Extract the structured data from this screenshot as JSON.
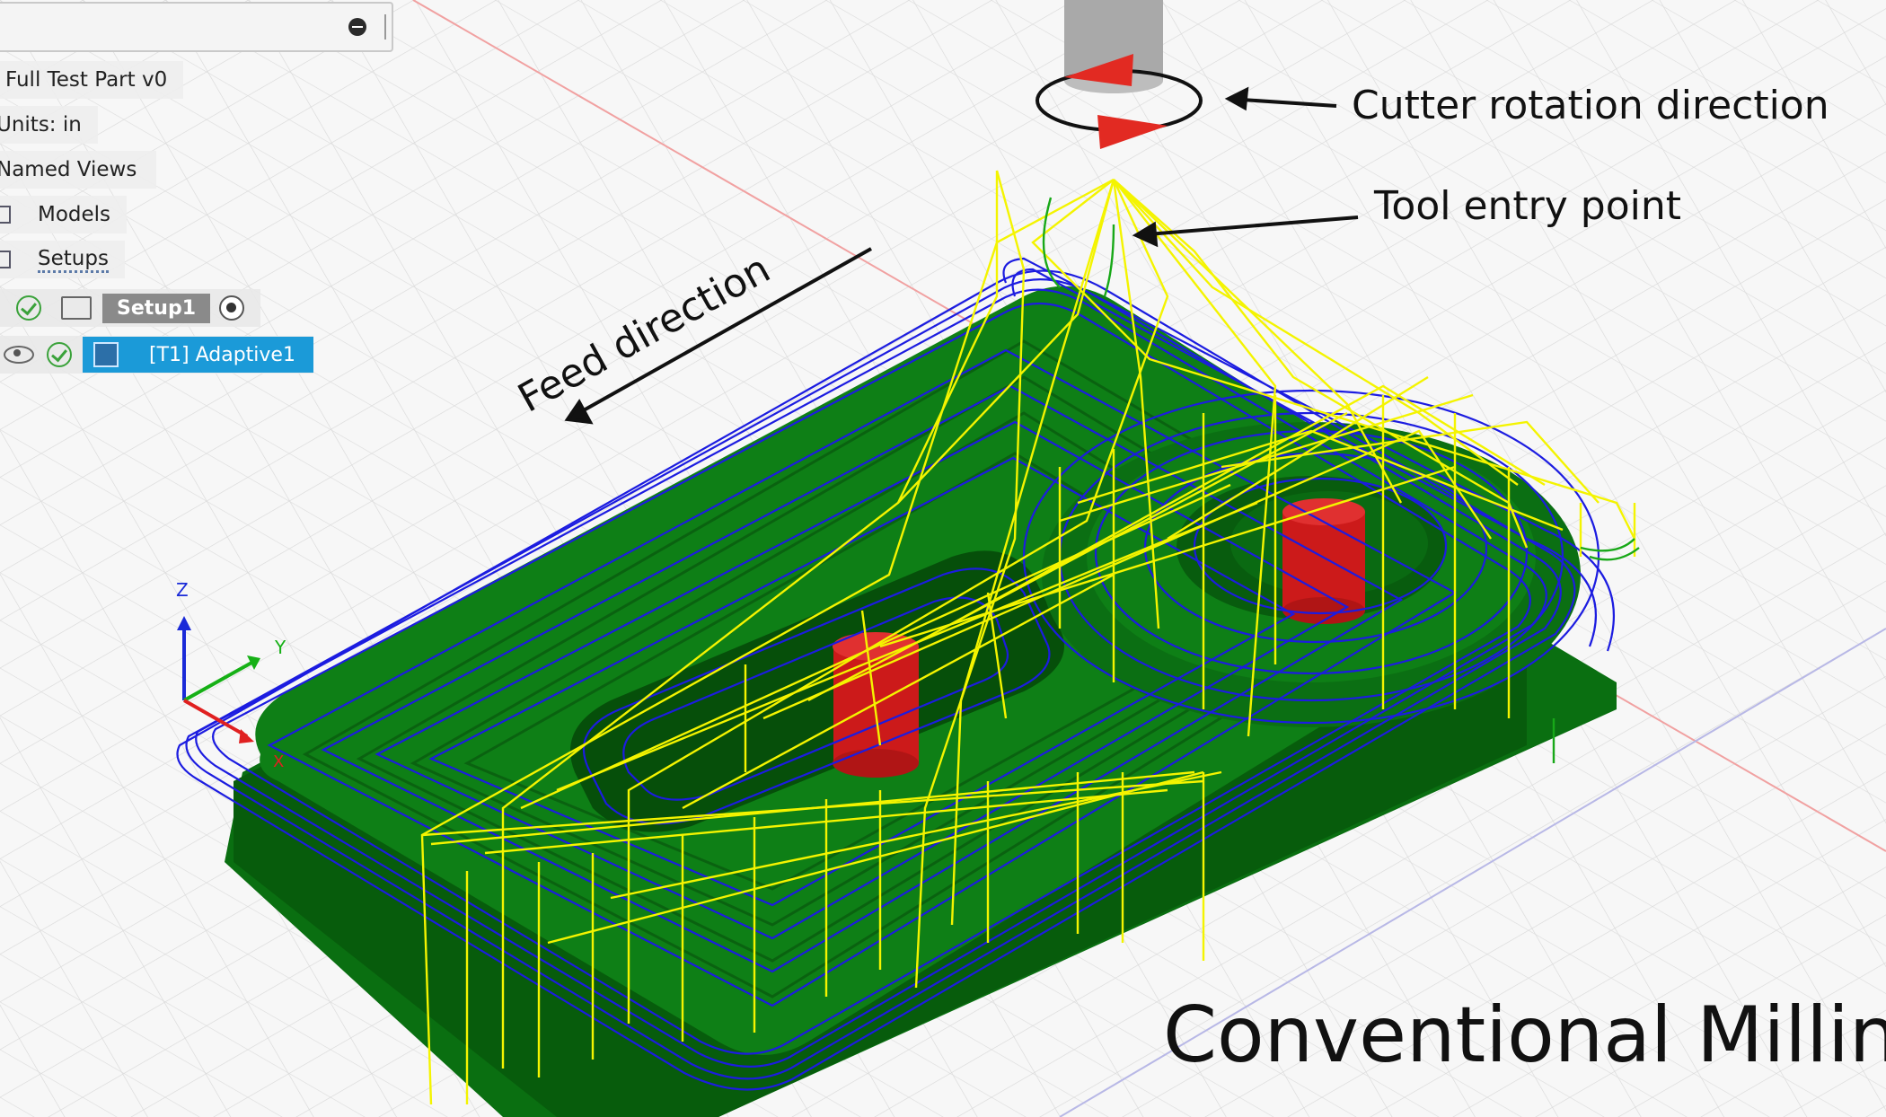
{
  "browser": {
    "search_value": "",
    "items": [
      {
        "label": "Full Test Part v0"
      },
      {
        "label": "Units: in"
      },
      {
        "label": "Named Views"
      },
      {
        "label": "Models"
      },
      {
        "label": "Setups"
      }
    ],
    "setup": {
      "label": "Setup1"
    },
    "operation": {
      "label": "[T1] Adaptive1"
    }
  },
  "viewport": {
    "axis_labels": {
      "x": "X",
      "y": "Y",
      "z": "Z"
    },
    "annotations": {
      "cutter_rotation": "Cutter rotation direction",
      "tool_entry": "Tool entry point",
      "feed_direction": "Feed direction",
      "title": "Conventional Milling"
    },
    "colors": {
      "part": "#0d7a14",
      "part_dark": "#075c0c",
      "toolpath_cut": "#1c1ce0",
      "toolpath_rapid": "#f4f400",
      "holes": "#d21d1d",
      "tool": "#a9a9a9",
      "arrow": "#e22a22"
    }
  }
}
